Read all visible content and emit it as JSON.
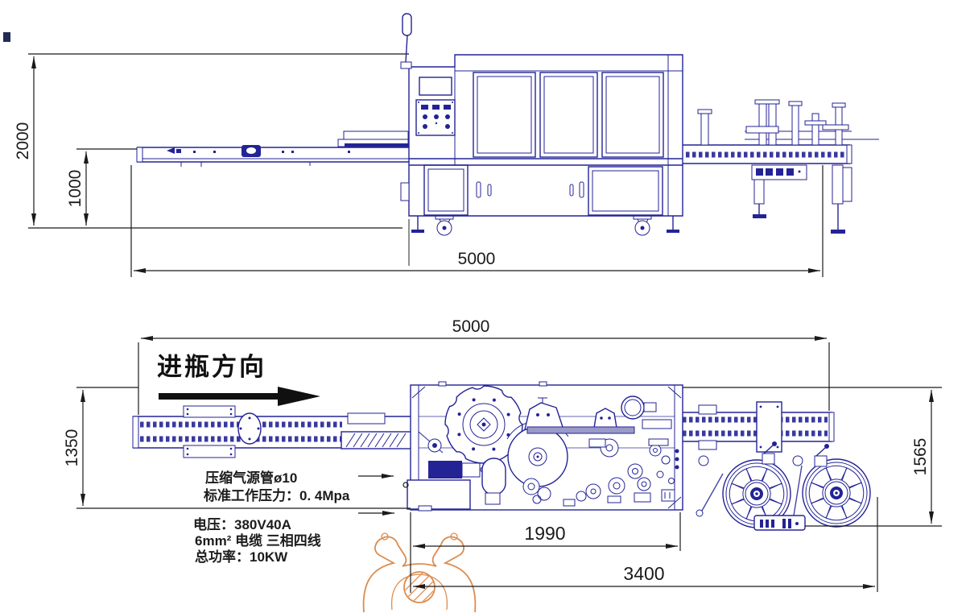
{
  "drawing": {
    "side_view": {
      "dims": {
        "total_height": "2000",
        "conveyor_height": "1000",
        "total_length": "5000"
      }
    },
    "plan_view": {
      "dims": {
        "total_length": "5000",
        "infeed_width": "1350",
        "outfeed_width": "1565",
        "machine_length": "1990",
        "length_with_reels": "3400"
      },
      "direction_label": "进瓶方向"
    },
    "notes": {
      "air_pipe": "压缩气源管ø10",
      "pressure": "标准工作压力：0. 4Mpa",
      "voltage": "电压：380V40A",
      "cable": "6mm² 电缆 三相四线",
      "power": "总功率：10KW"
    },
    "colors": {
      "line": "#232396",
      "dimension": "#1a1a1a",
      "operator": "#dd8c4f",
      "background": "#ffffff"
    }
  }
}
